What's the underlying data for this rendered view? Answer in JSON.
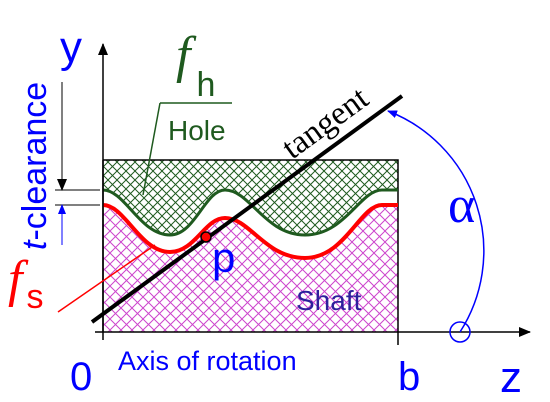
{
  "labels": {
    "y_axis": "y",
    "z_axis": "z",
    "origin": "0",
    "b_mark": "b",
    "axis_of_rotation": "Axis of rotation",
    "t_clearance_italic": "t",
    "t_clearance_rest": "-clearance",
    "fh_main": "f",
    "fh_sub": "h",
    "hole": "Hole",
    "fs_main": "f",
    "fs_sub": "s",
    "shaft": "Shaft",
    "tangent": "tangent",
    "point_p": "p",
    "alpha": "α"
  },
  "colors": {
    "axis": "#000000",
    "blue": "#0000ff",
    "dark_green": "#1f5a1f",
    "red": "#ff0000",
    "magenta": "#cc44cc",
    "shaft_text": "#2d1f9c"
  }
}
